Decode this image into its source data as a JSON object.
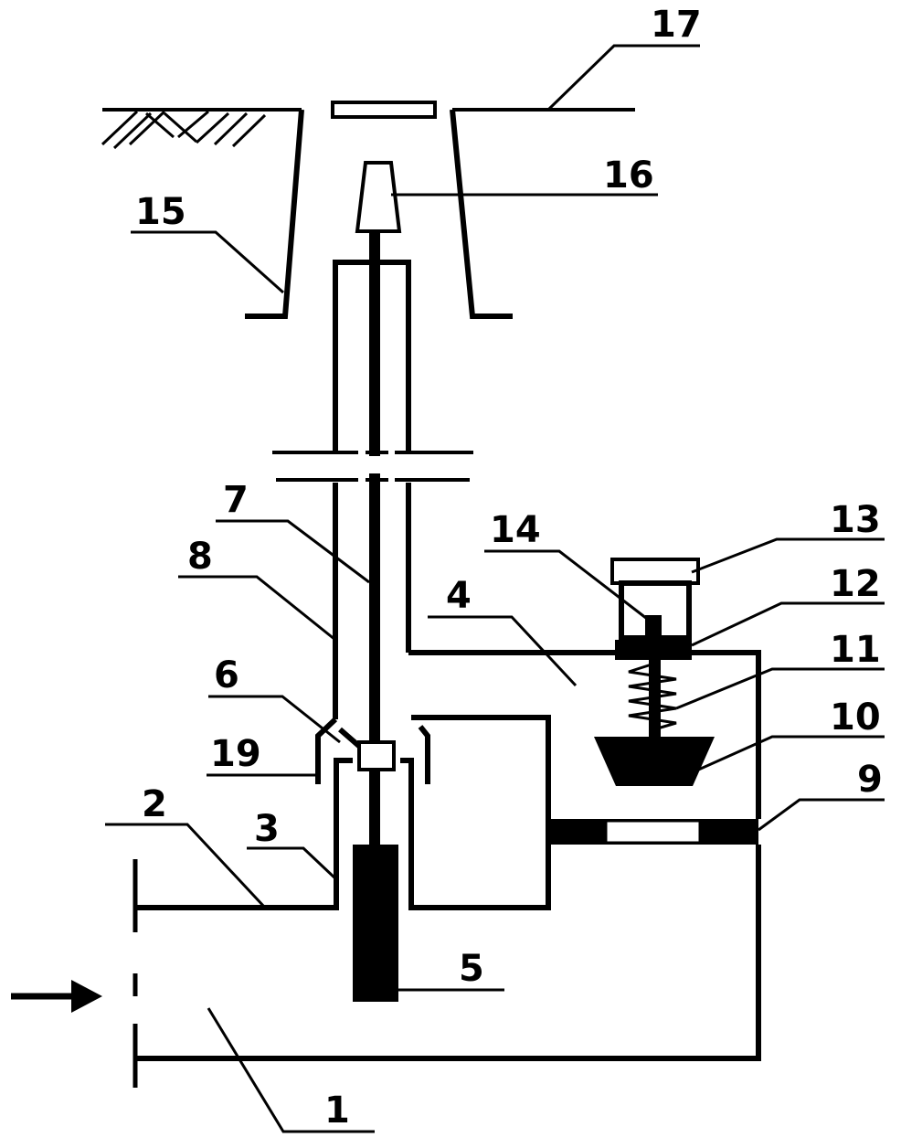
{
  "labels": {
    "l1": "1",
    "l2": "2",
    "l3": "3",
    "l4": "4",
    "l5": "5",
    "l6": "6",
    "l7": "7",
    "l8": "8",
    "l9": "9",
    "l10": "10",
    "l11": "11",
    "l12": "12",
    "l13": "13",
    "l14": "14",
    "l15": "15",
    "l16": "16",
    "l17": "17",
    "l19": "19"
  },
  "colors": {
    "ink": "#000000",
    "background": "#ffffff"
  }
}
